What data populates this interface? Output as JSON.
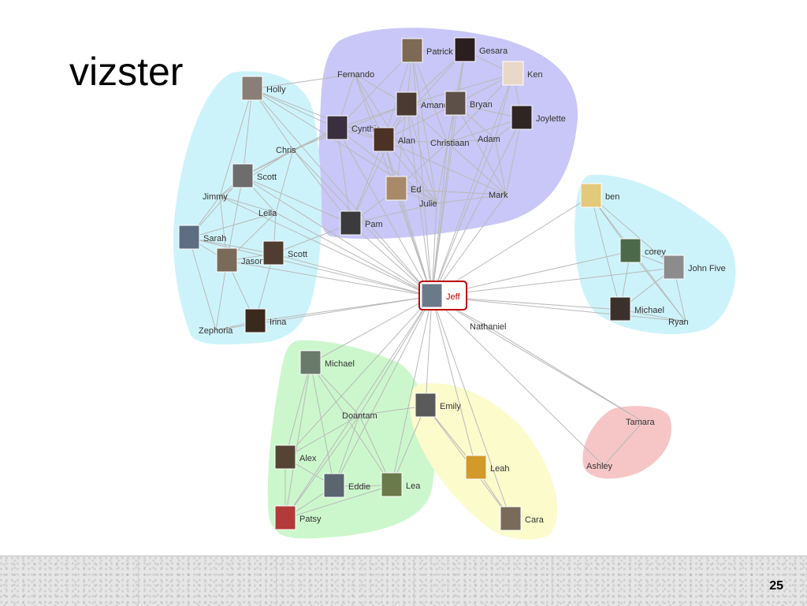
{
  "slide": {
    "title": "vizster",
    "page_number": "25"
  },
  "colors": {
    "cluster_purple": "#c9c7f7",
    "cluster_cyan": "#cdf3fa",
    "cluster_green": "#ccf7cc",
    "cluster_yellow": "#fbfbcc",
    "cluster_pink": "#f6c6c6",
    "edge": "#b9b9b9",
    "focus": "#c00000"
  },
  "graph": {
    "focus": "Jeff",
    "clusters": [
      {
        "id": "purple",
        "color": "cluster_purple",
        "members": [
          "Patrick",
          "Gesara",
          "Fernando",
          "Ken",
          "Amanda",
          "Bryan",
          "Joylette",
          "Cynthia",
          "Alan",
          "Christiaan",
          "Adam",
          "Ed",
          "Julie",
          "Mark",
          "Pam"
        ]
      },
      {
        "id": "cyan-left",
        "color": "cluster_cyan",
        "members": [
          "Holly",
          "Chris",
          "Scott",
          "Jimmy",
          "Leila",
          "Sarah",
          "Jason",
          "Scott",
          "Zephoria",
          "Irina"
        ]
      },
      {
        "id": "cyan-right",
        "color": "cluster_cyan",
        "members": [
          "ben",
          "corey",
          "John Five",
          "Michael",
          "Ryan"
        ]
      },
      {
        "id": "green",
        "color": "cluster_green",
        "members": [
          "Michael",
          "Doantam",
          "Alex",
          "Eddie",
          "Lea",
          "Patsy"
        ]
      },
      {
        "id": "yellow",
        "color": "cluster_yellow",
        "members": [
          "Emily",
          "Leah",
          "Cara"
        ]
      },
      {
        "id": "pink",
        "color": "cluster_pink",
        "members": [
          "Tamara",
          "Ashley"
        ]
      }
    ],
    "nodes": [
      {
        "id": "jeff",
        "label": "Jeff",
        "photo": true,
        "focus": true
      },
      {
        "id": "patrick",
        "label": "Patrick",
        "photo": true
      },
      {
        "id": "gesara",
        "label": "Gesara",
        "photo": true
      },
      {
        "id": "fernando",
        "label": "Fernando",
        "photo": false
      },
      {
        "id": "ken",
        "label": "Ken",
        "photo": true
      },
      {
        "id": "amanda",
        "label": "Amanda",
        "photo": true
      },
      {
        "id": "bryan",
        "label": "Bryan",
        "photo": true
      },
      {
        "id": "joylette",
        "label": "Joylette",
        "photo": true
      },
      {
        "id": "cynthia",
        "label": "Cynthia",
        "photo": true
      },
      {
        "id": "alan",
        "label": "Alan",
        "photo": true
      },
      {
        "id": "christiaan",
        "label": "Christiaan",
        "photo": false
      },
      {
        "id": "adam",
        "label": "Adam",
        "photo": false
      },
      {
        "id": "ed",
        "label": "Ed",
        "photo": true
      },
      {
        "id": "julie",
        "label": "Julie",
        "photo": false
      },
      {
        "id": "mark",
        "label": "Mark",
        "photo": false
      },
      {
        "id": "pam",
        "label": "Pam",
        "photo": true
      },
      {
        "id": "holly",
        "label": "Holly",
        "photo": true
      },
      {
        "id": "chris",
        "label": "Chris",
        "photo": false
      },
      {
        "id": "scott1",
        "label": "Scott",
        "photo": true
      },
      {
        "id": "jimmy",
        "label": "Jimmy",
        "photo": false
      },
      {
        "id": "leila",
        "label": "Leila",
        "photo": false
      },
      {
        "id": "sarah",
        "label": "Sarah",
        "photo": true
      },
      {
        "id": "jason",
        "label": "Jason",
        "photo": true
      },
      {
        "id": "scott2",
        "label": "Scott",
        "photo": true
      },
      {
        "id": "zephoria",
        "label": "Zephoria",
        "photo": false
      },
      {
        "id": "irina",
        "label": "Irina",
        "photo": true
      },
      {
        "id": "ben",
        "label": "ben",
        "photo": true
      },
      {
        "id": "corey",
        "label": "corey",
        "photo": true
      },
      {
        "id": "johnfive",
        "label": "John Five",
        "photo": true
      },
      {
        "id": "michael_r",
        "label": "Michael",
        "photo": true
      },
      {
        "id": "ryan",
        "label": "Ryan",
        "photo": false
      },
      {
        "id": "nathaniel",
        "label": "Nathaniel",
        "photo": false
      },
      {
        "id": "michael_g",
        "label": "Michael",
        "photo": true
      },
      {
        "id": "doantam",
        "label": "Doantam",
        "photo": false
      },
      {
        "id": "alex",
        "label": "Alex",
        "photo": true
      },
      {
        "id": "eddie",
        "label": "Eddie",
        "photo": true
      },
      {
        "id": "lea",
        "label": "Lea",
        "photo": true
      },
      {
        "id": "patsy",
        "label": "Patsy",
        "photo": true
      },
      {
        "id": "emily",
        "label": "Emily",
        "photo": true
      },
      {
        "id": "leah",
        "label": "Leah",
        "photo": true
      },
      {
        "id": "cara",
        "label": "Cara",
        "photo": true
      },
      {
        "id": "tamara",
        "label": "Tamara",
        "photo": false
      },
      {
        "id": "ashley",
        "label": "Ashley",
        "photo": false
      }
    ],
    "edges": [
      [
        "jeff",
        "patrick"
      ],
      [
        "jeff",
        "gesara"
      ],
      [
        "jeff",
        "fernando"
      ],
      [
        "jeff",
        "ken"
      ],
      [
        "jeff",
        "amanda"
      ],
      [
        "jeff",
        "bryan"
      ],
      [
        "jeff",
        "joylette"
      ],
      [
        "jeff",
        "cynthia"
      ],
      [
        "jeff",
        "alan"
      ],
      [
        "jeff",
        "christiaan"
      ],
      [
        "jeff",
        "adam"
      ],
      [
        "jeff",
        "ed"
      ],
      [
        "jeff",
        "julie"
      ],
      [
        "jeff",
        "mark"
      ],
      [
        "jeff",
        "pam"
      ],
      [
        "jeff",
        "holly"
      ],
      [
        "jeff",
        "chris"
      ],
      [
        "jeff",
        "scott1"
      ],
      [
        "jeff",
        "jimmy"
      ],
      [
        "jeff",
        "leila"
      ],
      [
        "jeff",
        "sarah"
      ],
      [
        "jeff",
        "jason"
      ],
      [
        "jeff",
        "scott2"
      ],
      [
        "jeff",
        "zephoria"
      ],
      [
        "jeff",
        "irina"
      ],
      [
        "jeff",
        "ben"
      ],
      [
        "jeff",
        "corey"
      ],
      [
        "jeff",
        "johnfive"
      ],
      [
        "jeff",
        "michael_r"
      ],
      [
        "jeff",
        "ryan"
      ],
      [
        "jeff",
        "nathaniel"
      ],
      [
        "jeff",
        "michael_g"
      ],
      [
        "jeff",
        "doantam"
      ],
      [
        "jeff",
        "alex"
      ],
      [
        "jeff",
        "eddie"
      ],
      [
        "jeff",
        "lea"
      ],
      [
        "jeff",
        "patsy"
      ],
      [
        "jeff",
        "emily"
      ],
      [
        "jeff",
        "leah"
      ],
      [
        "jeff",
        "cara"
      ],
      [
        "jeff",
        "tamara"
      ],
      [
        "jeff",
        "ashley"
      ],
      [
        "patrick",
        "gesara"
      ],
      [
        "patrick",
        "amanda"
      ],
      [
        "patrick",
        "cynthia"
      ],
      [
        "patrick",
        "alan"
      ],
      [
        "patrick",
        "julie"
      ],
      [
        "patrick",
        "christiaan"
      ],
      [
        "gesara",
        "bryan"
      ],
      [
        "gesara",
        "ken"
      ],
      [
        "gesara",
        "amanda"
      ],
      [
        "gesara",
        "christiaan"
      ],
      [
        "gesara",
        "alan"
      ],
      [
        "fernando",
        "amanda"
      ],
      [
        "fernando",
        "alan"
      ],
      [
        "fernando",
        "cynthia"
      ],
      [
        "fernando",
        "julie"
      ],
      [
        "fernando",
        "holly"
      ],
      [
        "ken",
        "bryan"
      ],
      [
        "ken",
        "adam"
      ],
      [
        "ken",
        "joylette"
      ],
      [
        "ken",
        "christiaan"
      ],
      [
        "ken",
        "amanda"
      ],
      [
        "amanda",
        "bryan"
      ],
      [
        "amanda",
        "alan"
      ],
      [
        "amanda",
        "christiaan"
      ],
      [
        "amanda",
        "julie"
      ],
      [
        "amanda",
        "cynthia"
      ],
      [
        "amanda",
        "ed"
      ],
      [
        "amanda",
        "pam"
      ],
      [
        "bryan",
        "joylette"
      ],
      [
        "bryan",
        "adam"
      ],
      [
        "bryan",
        "christiaan"
      ],
      [
        "bryan",
        "alan"
      ],
      [
        "bryan",
        "mark"
      ],
      [
        "joylette",
        "adam"
      ],
      [
        "joylette",
        "mark"
      ],
      [
        "joylette",
        "christiaan"
      ],
      [
        "cynthia",
        "alan"
      ],
      [
        "cynthia",
        "chris"
      ],
      [
        "cynthia",
        "pam"
      ],
      [
        "cynthia",
        "julie"
      ],
      [
        "cynthia",
        "holly"
      ],
      [
        "cynthia",
        "scott1"
      ],
      [
        "alan",
        "christiaan"
      ],
      [
        "alan",
        "julie"
      ],
      [
        "alan",
        "pam"
      ],
      [
        "alan",
        "ed"
      ],
      [
        "alan",
        "mark"
      ],
      [
        "christiaan",
        "adam"
      ],
      [
        "christiaan",
        "julie"
      ],
      [
        "christiaan",
        "mark"
      ],
      [
        "christiaan",
        "ed"
      ],
      [
        "adam",
        "mark"
      ],
      [
        "ed",
        "julie"
      ],
      [
        "ed",
        "pam"
      ],
      [
        "ed",
        "mark"
      ],
      [
        "julie",
        "pam"
      ],
      [
        "julie",
        "mark"
      ],
      [
        "holly",
        "chris"
      ],
      [
        "holly",
        "scott1"
      ],
      [
        "holly",
        "jimmy"
      ],
      [
        "holly",
        "alan"
      ],
      [
        "holly",
        "julie"
      ],
      [
        "chris",
        "scott1"
      ],
      [
        "chris",
        "jimmy"
      ],
      [
        "chris",
        "leila"
      ],
      [
        "chris",
        "amanda"
      ],
      [
        "chris",
        "pam"
      ],
      [
        "scott1",
        "jimmy"
      ],
      [
        "scott1",
        "leila"
      ],
      [
        "scott1",
        "sarah"
      ],
      [
        "scott1",
        "jason"
      ],
      [
        "scott1",
        "pam"
      ],
      [
        "jimmy",
        "leila"
      ],
      [
        "jimmy",
        "sarah"
      ],
      [
        "jimmy",
        "jason"
      ],
      [
        "leila",
        "sarah"
      ],
      [
        "leila",
        "jason"
      ],
      [
        "leila",
        "scott2"
      ],
      [
        "sarah",
        "jason"
      ],
      [
        "sarah",
        "scott2"
      ],
      [
        "sarah",
        "zephoria"
      ],
      [
        "jason",
        "scott2"
      ],
      [
        "jason",
        "irina"
      ],
      [
        "jason",
        "zephoria"
      ],
      [
        "scott2",
        "irina"
      ],
      [
        "scott2",
        "pam"
      ],
      [
        "zephoria",
        "irina"
      ],
      [
        "ben",
        "corey"
      ],
      [
        "ben",
        "johnfive"
      ],
      [
        "ben",
        "michael_r"
      ],
      [
        "ben",
        "ryan"
      ],
      [
        "corey",
        "johnfive"
      ],
      [
        "corey",
        "michael_r"
      ],
      [
        "corey",
        "ryan"
      ],
      [
        "johnfive",
        "michael_r"
      ],
      [
        "johnfive",
        "ryan"
      ],
      [
        "michael_r",
        "ryan"
      ],
      [
        "michael_g",
        "doantam"
      ],
      [
        "michael_g",
        "alex"
      ],
      [
        "michael_g",
        "eddie"
      ],
      [
        "michael_g",
        "lea"
      ],
      [
        "michael_g",
        "patsy"
      ],
      [
        "doantam",
        "alex"
      ],
      [
        "doantam",
        "eddie"
      ],
      [
        "doantam",
        "lea"
      ],
      [
        "doantam",
        "patsy"
      ],
      [
        "alex",
        "eddie"
      ],
      [
        "alex",
        "patsy"
      ],
      [
        "eddie",
        "lea"
      ],
      [
        "eddie",
        "patsy"
      ],
      [
        "lea",
        "patsy"
      ],
      [
        "emily",
        "leah"
      ],
      [
        "emily",
        "cara"
      ],
      [
        "leah",
        "cara"
      ],
      [
        "emily",
        "lea"
      ],
      [
        "emily",
        "doantam"
      ],
      [
        "tamara",
        "ashley"
      ],
      [
        "nathaniel",
        "tamara"
      ]
    ]
  }
}
